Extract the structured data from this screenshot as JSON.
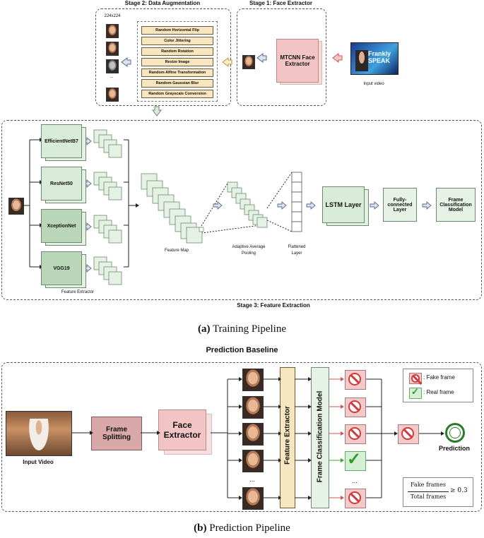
{
  "stage2": {
    "title": "Stage 2: Data Augmentation",
    "size_label": "224x224",
    "ellipsis": "...",
    "augmentations": [
      "Random Horizontal Flip",
      "Color Jittering",
      "Random Rotation",
      "Resize Image",
      "Random Affine Transformation",
      "Random Gaussian Blur",
      "Random Grayscale Conversion"
    ]
  },
  "stage1": {
    "title": "Stage 1: Face Extractor",
    "extractor_label": "MTCNN Face Extractor",
    "input_label": "Input video",
    "video_text": "Frankly SPEAK"
  },
  "stage3": {
    "title": "Stage 3: Feature Extraction",
    "backbones": [
      "EfficientNetB7",
      "ResNet50",
      "XceptionNet",
      "VGG19"
    ],
    "feature_extractor": "Feature Extractor",
    "feature_map": "Feature Map",
    "pooling": "Adaptive Average Pooling",
    "flattened": "Flattened Layer",
    "lstm": "LSTM Layer",
    "fc": "Fully-connected Layer",
    "model": "Frame Classification Model"
  },
  "caption_a": {
    "tag": "(a)",
    "text": "Training Pipeline"
  },
  "prediction": {
    "title": "Prediction Baseline",
    "input_video": "Input Video",
    "frame_splitting": "Frame Splitting",
    "face_extractor": "Face Extractor",
    "feature_extractor": "Feature Extractor",
    "classification_model": "Frame Classification Model",
    "ellipsis": "...",
    "result": "Prediction",
    "legend": {
      "fake": ": Fake frame",
      "real": ": Real frame"
    },
    "formula": {
      "numerator": "Fake frames",
      "denominator": "Total frames",
      "relation": "≥ 0.3"
    },
    "frame_results": [
      "fake",
      "fake",
      "fake",
      "real",
      "fake"
    ]
  },
  "caption_b": {
    "tag": "(b)",
    "text": "Prediction Pipeline"
  },
  "colors": {
    "fake": "#d23b3b",
    "real": "#3aa83a",
    "pink": "#f3c4c4",
    "green": "#d9ebd9",
    "tan": "#f8e6c0"
  }
}
